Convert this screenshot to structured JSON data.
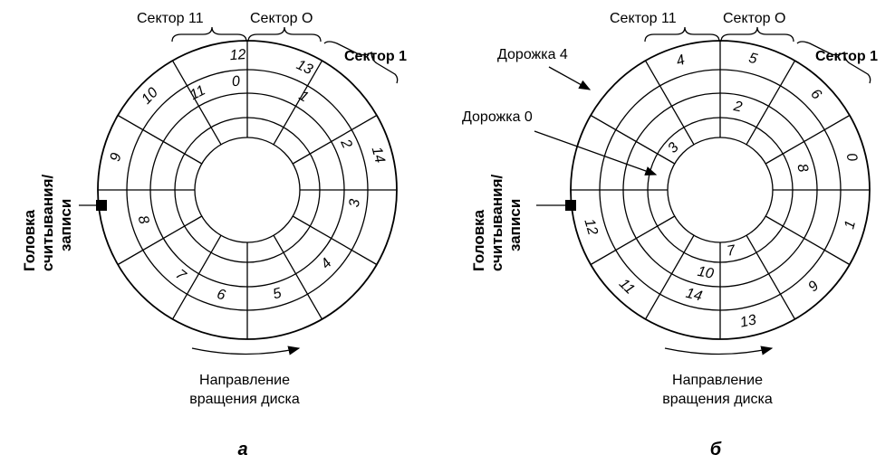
{
  "diagrams": [
    {
      "caption": "а",
      "sector_left_label": "Сектор 11",
      "sector_right_label": "Сектор О",
      "sector_1_label": "Сектор 1",
      "head_label_line1": "Головка",
      "head_label_line2": "считывания/",
      "head_label_line3": "записи",
      "rotation_line1": "Направление",
      "rotation_line2": "вращения диска",
      "track_labels": [],
      "numbers": [
        {
          "text": "12",
          "ring": 0,
          "angle": -4
        },
        {
          "text": "0",
          "ring": 1,
          "angle": -6
        },
        {
          "text": "11",
          "ring": 1,
          "angle": -27
        },
        {
          "text": "13",
          "ring": 0,
          "angle": 25
        },
        {
          "text": "1",
          "ring": 1,
          "angle": 31
        },
        {
          "text": "10",
          "ring": 0,
          "angle": -46
        },
        {
          "text": "14",
          "ring": 0,
          "angle": 75
        },
        {
          "text": "2",
          "ring": 1,
          "angle": 65
        },
        {
          "text": "9",
          "ring": 0,
          "angle": -76
        },
        {
          "text": "3",
          "ring": 1,
          "angle": 97
        },
        {
          "text": "8",
          "ring": 1,
          "angle": -106
        },
        {
          "text": "4",
          "ring": 1,
          "angle": 133
        },
        {
          "text": "7",
          "ring": 1,
          "angle": -142
        },
        {
          "text": "5",
          "ring": 1,
          "angle": 164
        },
        {
          "text": "6",
          "ring": 1,
          "angle": -166
        }
      ]
    },
    {
      "caption": "б",
      "sector_left_label": "Сектор 11",
      "sector_right_label": "Сектор О",
      "sector_1_label": "Сектор 1",
      "head_label_line1": "Головка",
      "head_label_line2": "считывания/",
      "head_label_line3": "записи",
      "rotation_line1": "Направление",
      "rotation_line2": "вращения диска",
      "track_labels": [
        "Дорожка 4",
        "Дорожка 0"
      ],
      "numbers": [
        {
          "text": "4",
          "ring": 0,
          "angle": -17
        },
        {
          "text": "5",
          "ring": 0,
          "angle": 14
        },
        {
          "text": "2",
          "ring": 2,
          "angle": 12
        },
        {
          "text": "6",
          "ring": 0,
          "angle": 45
        },
        {
          "text": "3",
          "ring": 3,
          "angle": -48
        },
        {
          "text": "0",
          "ring": 0,
          "angle": 76
        },
        {
          "text": "8",
          "ring": 2,
          "angle": 75
        },
        {
          "text": "1",
          "ring": 0,
          "angle": 105
        },
        {
          "text": "12",
          "ring": 0,
          "angle": -106
        },
        {
          "text": "9",
          "ring": 0,
          "angle": 136
        },
        {
          "text": "7",
          "ring": 3,
          "angle": 170
        },
        {
          "text": "11",
          "ring": 0,
          "angle": -136
        },
        {
          "text": "10",
          "ring": 2,
          "angle": -170
        },
        {
          "text": "13",
          "ring": 0,
          "angle": 168
        },
        {
          "text": "14",
          "ring": 1,
          "angle": -166
        }
      ]
    }
  ]
}
